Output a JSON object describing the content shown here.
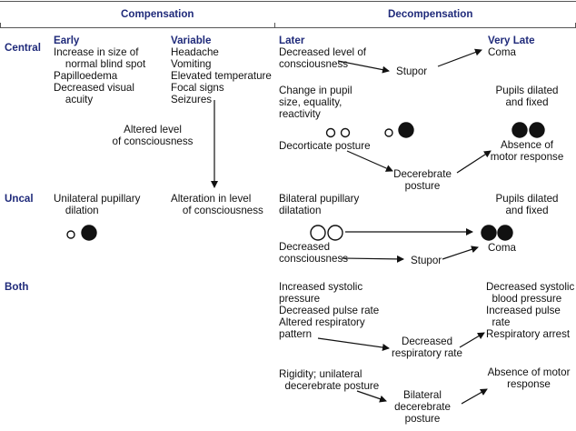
{
  "headers": {
    "compensation": "Compensation",
    "decompensation": "Decompensation"
  },
  "rows": {
    "central": "Central",
    "uncal": "Uncal",
    "both": "Both"
  },
  "columns": {
    "early": "Early",
    "variable": "Variable",
    "later": "Later",
    "very_late": "Very Late"
  },
  "central": {
    "early_items": "Increase in size of\n    normal blind spot\nPapilloedema\nDecreased visual\n    acuity",
    "variable_items": "Headache\nVomiting\nElevated temperature\nFocal signs\nSeizures",
    "altered_level": "Altered level\nof consciousness",
    "later_loc": "Decreased level of\nconsciousness",
    "stupor": "Stupor",
    "coma": "Coma",
    "pupil_change": "Change in pupil\nsize, equality,\nreactivity",
    "pupils_fixed": "Pupils dilated\nand fixed",
    "decorticate": "Decorticate posture",
    "decerebrate": "Decerebrate\nposture",
    "absence_motor": "Absence of\nmotor response"
  },
  "uncal": {
    "unilateral": "Unilateral pupillary\n    dilation",
    "alteration": "Alteration in level\n    of consciousness",
    "bilateral": "Bilateral pupillary\ndilatation",
    "pupils_fixed": "Pupils dilated\nand fixed",
    "decreased_consc": "Decreased\nconsciousness",
    "stupor": "Stupor",
    "coma": "Coma"
  },
  "both": {
    "systolic_inc": "Increased systolic\npressure\nDecreased pulse rate\nAltered respiratory\npattern",
    "decreased_resp": "Decreased\nrespiratory rate",
    "very_late_vitals": "Decreased systolic\n  blood pressure\nIncreased pulse\n  rate\nRespiratory arrest",
    "rigidity": "Rigidity; unilateral\n  decerebrate posture",
    "bilateral_decerebrate": "Bilateral\ndecerebrate\nposture",
    "absence_motor": "Absence of motor\nresponse"
  },
  "colors": {
    "heading": "#1f2a7a",
    "text": "#111111",
    "line": "#555555",
    "pupil_fill": "#111111"
  },
  "icons": [
    "pupil-open-icon",
    "pupil-filled-icon",
    "arrow-icon"
  ]
}
